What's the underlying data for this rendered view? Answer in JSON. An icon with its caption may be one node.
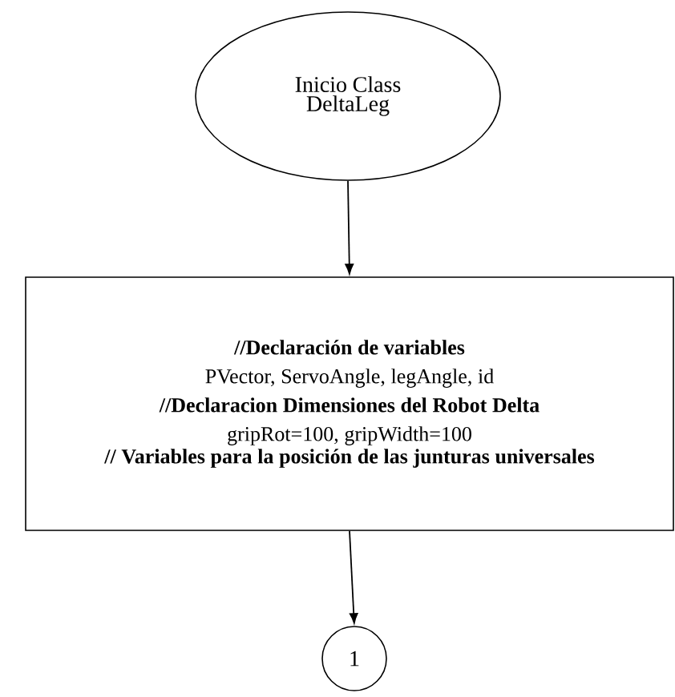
{
  "diagram": {
    "nodes": [
      {
        "text": [
          "Inicio Class DeltaLeg"
        ]
      },
      {
        "text": [
          "//Declaración de variables",
          "PVector, ServoAngle, legAngle, id",
          "//Declaracion Dimensiones del Robot Delta",
          "gripRot=100, gripWidth=100",
          "// Variables para la posición de las junturas universales"
        ]
      },
      {
        "text": [
          "1"
        ]
      }
    ],
    "edges": [
      {
        "from": 0,
        "to": 1,
        "arrow": "to"
      },
      {
        "from": 1,
        "to": 2,
        "arrow": "to"
      }
    ]
  }
}
